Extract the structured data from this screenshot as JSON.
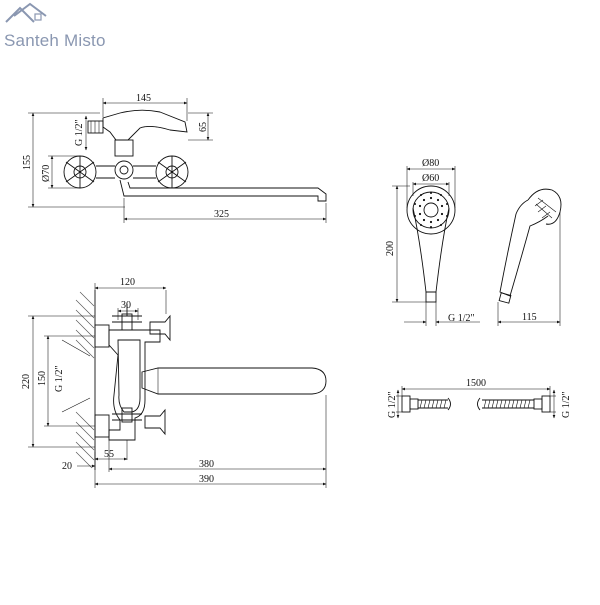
{
  "brand": {
    "logo_text": "Santeh Misto",
    "color": "#8a97b1"
  },
  "views": {
    "top": {
      "dim_width": "145",
      "dim_height": "65",
      "dim_thread": "G 1/2\"",
      "dim_total_height": "155",
      "dim_diameter": "Ø70",
      "dim_spout": "325"
    },
    "front": {
      "dim_120": "120",
      "dim_30": "30",
      "dim_220": "220",
      "dim_150": "150",
      "dim_thread": "G 1/2\"",
      "dim_55": "55",
      "dim_20": "20",
      "dim_380": "380",
      "dim_390": "390"
    },
    "shower": {
      "dim_d80": "Ø80",
      "dim_d60": "Ø60",
      "dim_200": "200",
      "dim_thread": "G 1/2\"",
      "dim_115": "115"
    },
    "hose": {
      "dim_length": "1500",
      "dim_thread_left": "G 1/2\"",
      "dim_thread_right": "G 1/2\""
    }
  }
}
